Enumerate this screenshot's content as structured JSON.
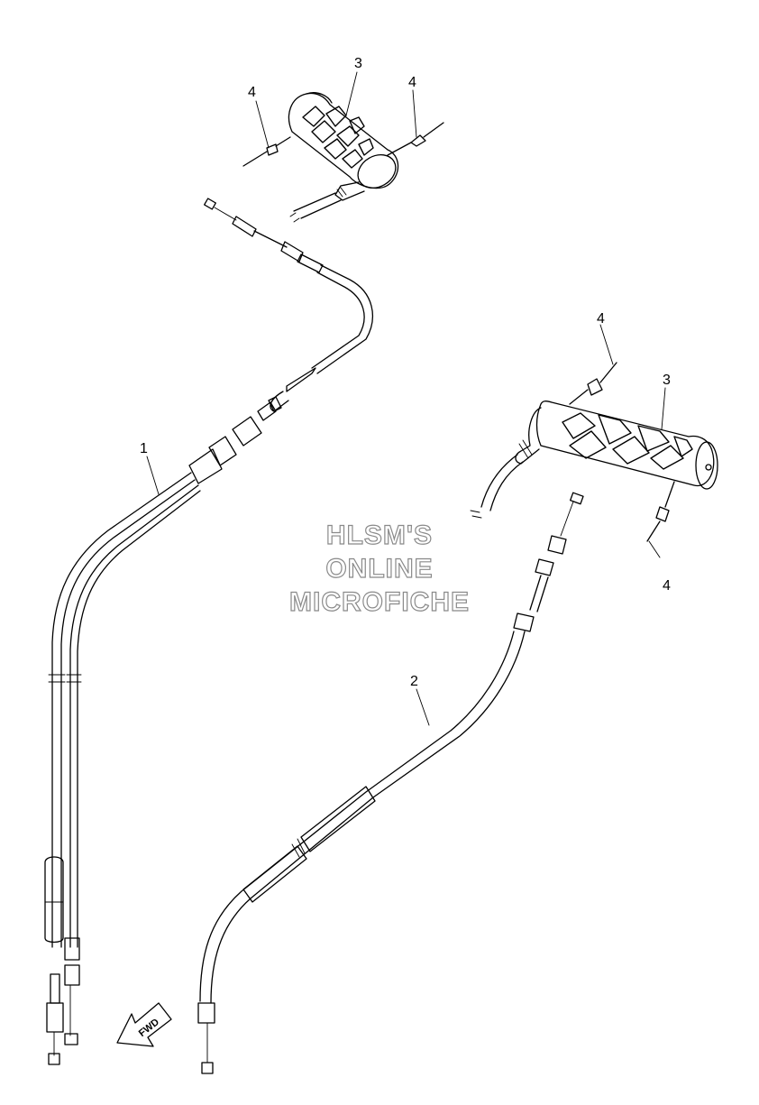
{
  "callouts": {
    "c1": "1",
    "c2": "2",
    "c3_top": "3",
    "c4_top_left": "4",
    "c4_top_right": "4",
    "c3_right": "3",
    "c4_right_top": "4",
    "c4_right_bottom": "4"
  },
  "watermark": {
    "line1": "HLSM'S",
    "line2": "ONLINE",
    "line3": "MICROFICHE"
  },
  "direction_arrow": {
    "label": "FWD",
    "icon": "forward-arrow-icon"
  }
}
